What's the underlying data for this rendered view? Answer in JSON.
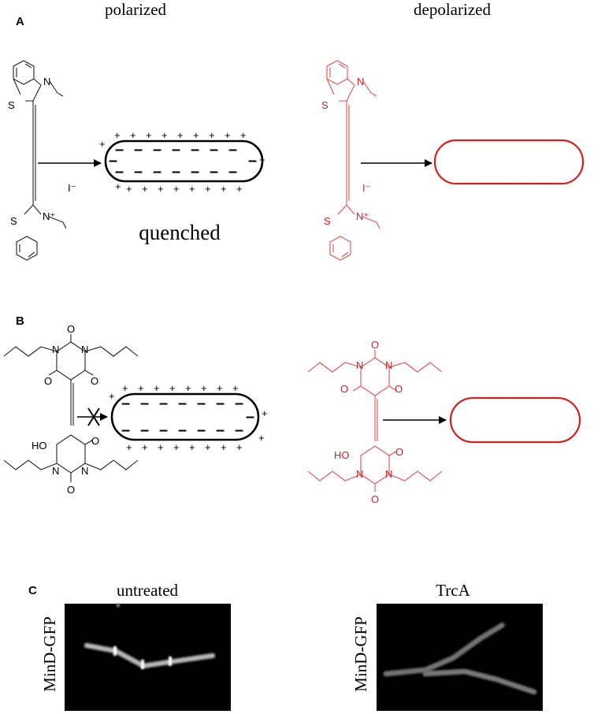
{
  "panels": {
    "a": {
      "letter": "A",
      "left_title": "polarized",
      "right_title": "depolarized",
      "quench_label": "quenched",
      "counter_ion": "I⁻",
      "atoms": {
        "s": "S",
        "n": "N",
        "n_plus": "N⁺"
      }
    },
    "b": {
      "letter": "B",
      "atoms": {
        "n": "N",
        "o": "O",
        "ho": "HO"
      }
    },
    "c": {
      "letter": "C",
      "left_title": "untreated",
      "right_title": "TrcA",
      "left_ylabel": "MinD-GFP",
      "right_ylabel": "MinD-GFP"
    }
  },
  "charges": {
    "plus": "+",
    "minus": "–"
  },
  "colors": {
    "polarized": "#000000",
    "depolarized": "#d42020",
    "micrograph_bg": "#000000"
  }
}
